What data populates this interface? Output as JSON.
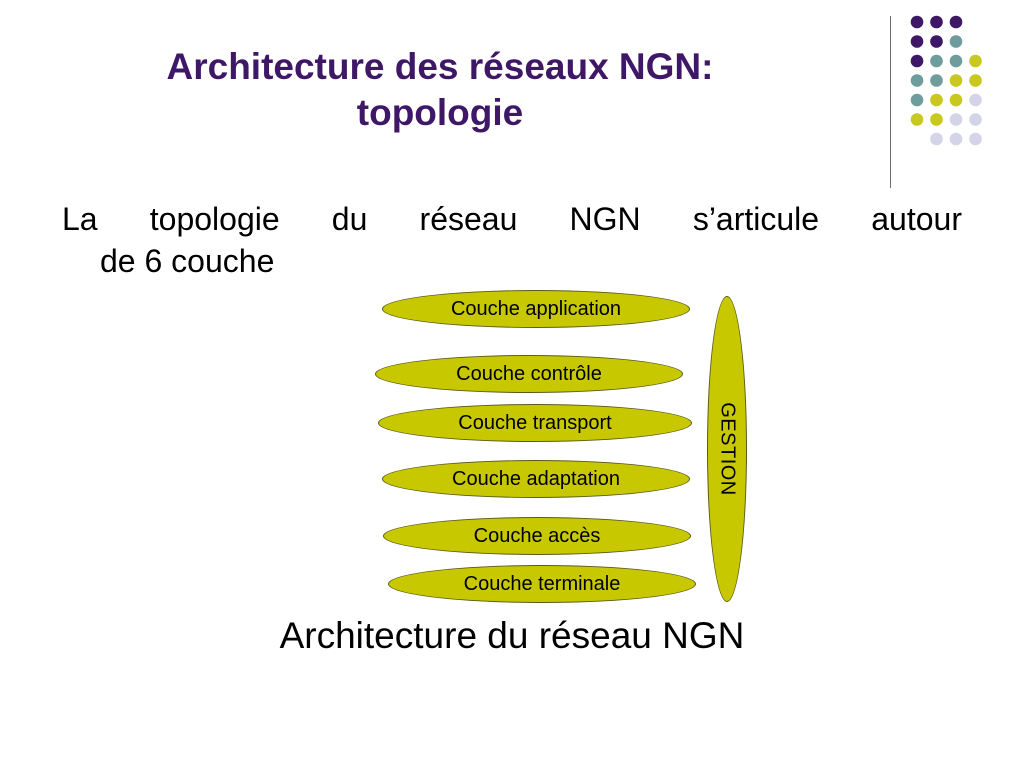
{
  "slide": {
    "title_line1": "Architecture des réseaux NGN:",
    "title_line2": "topologie",
    "intro_words": [
      "La",
      "topologie",
      "du",
      "réseau",
      "NGN",
      "s’articule",
      "autour"
    ],
    "intro_line2": "de 6 couche",
    "caption": "Architecture du réseau NGN"
  },
  "diagram": {
    "layers": [
      {
        "label": "Couche application"
      },
      {
        "label": "Couche contrôle"
      },
      {
        "label": "Couche transport"
      },
      {
        "label": "Couche adaptation"
      },
      {
        "label": "Couche accès"
      },
      {
        "label": "Couche terminale"
      }
    ],
    "side_label": "GESTION"
  },
  "colors": {
    "title": "#3e1766",
    "layer_fill": "#c8c800",
    "layer_border": "#5a5a1a",
    "dot_purple": "#3e1766",
    "dot_teal": "#6f9c9c",
    "dot_yellow": "#c8c81e",
    "dot_lavender": "#d4d4e8"
  },
  "decor": {
    "dot_grid_icon": "dot-grid-decoration"
  }
}
